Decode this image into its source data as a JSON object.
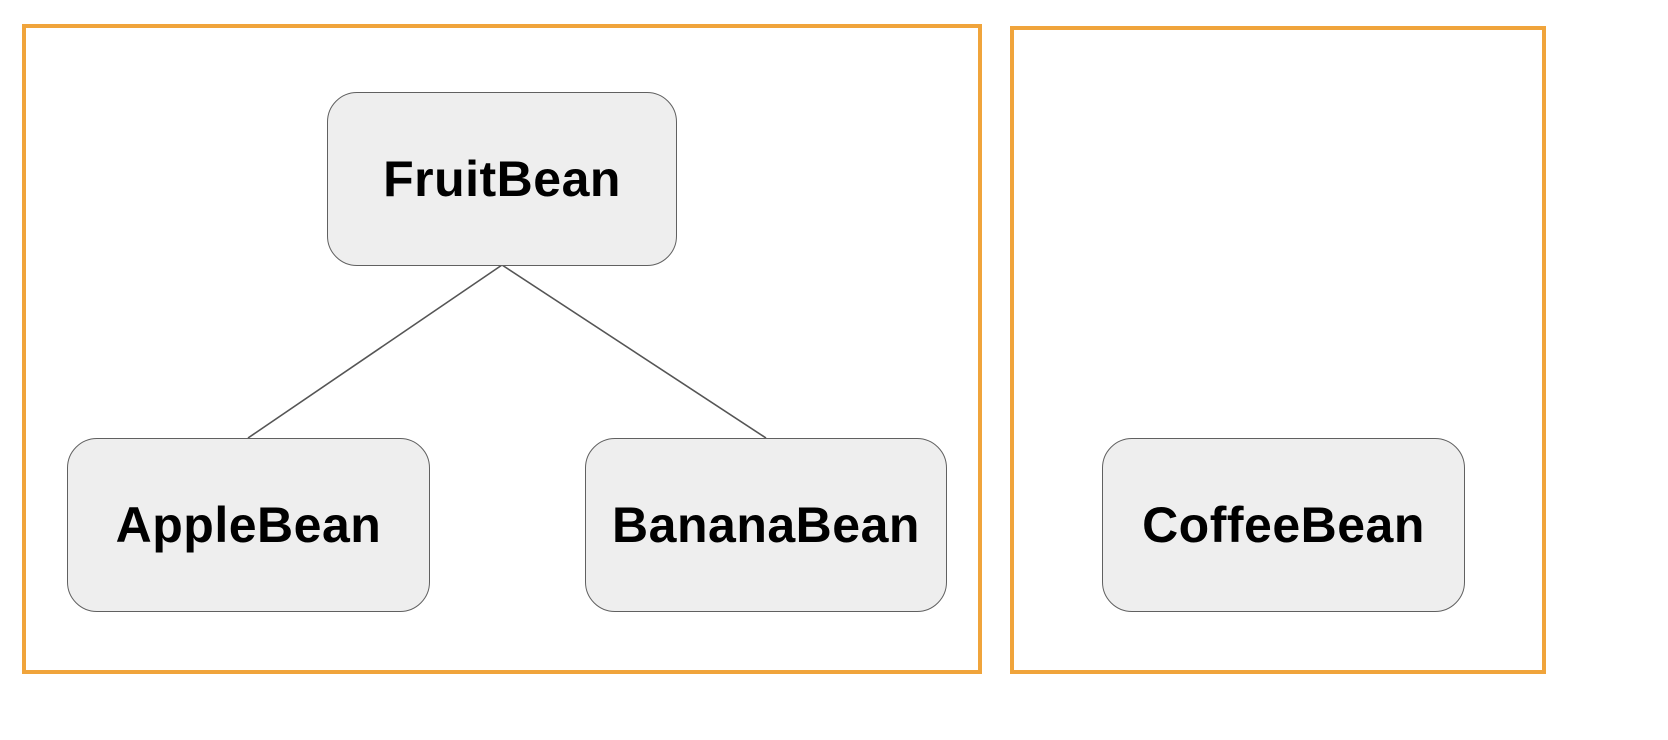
{
  "diagram": {
    "colors": {
      "group_border": "#f0a43b",
      "node_fill": "#eeeeee",
      "node_border": "#606060",
      "connector": "#555555",
      "label": "#000000"
    },
    "groups": [
      {
        "id": "group-left",
        "nodes": [
          "fruit_bean",
          "apple_bean",
          "banana_bean"
        ]
      },
      {
        "id": "group-right",
        "nodes": [
          "coffee_bean"
        ]
      }
    ],
    "nodes": {
      "fruit_bean": {
        "label": "FruitBean"
      },
      "apple_bean": {
        "label": "AppleBean"
      },
      "banana_bean": {
        "label": "BananaBean"
      },
      "coffee_bean": {
        "label": "CoffeeBean"
      }
    },
    "edges": [
      {
        "from": "fruit_bean",
        "to": "apple_bean"
      },
      {
        "from": "fruit_bean",
        "to": "banana_bean"
      }
    ]
  }
}
